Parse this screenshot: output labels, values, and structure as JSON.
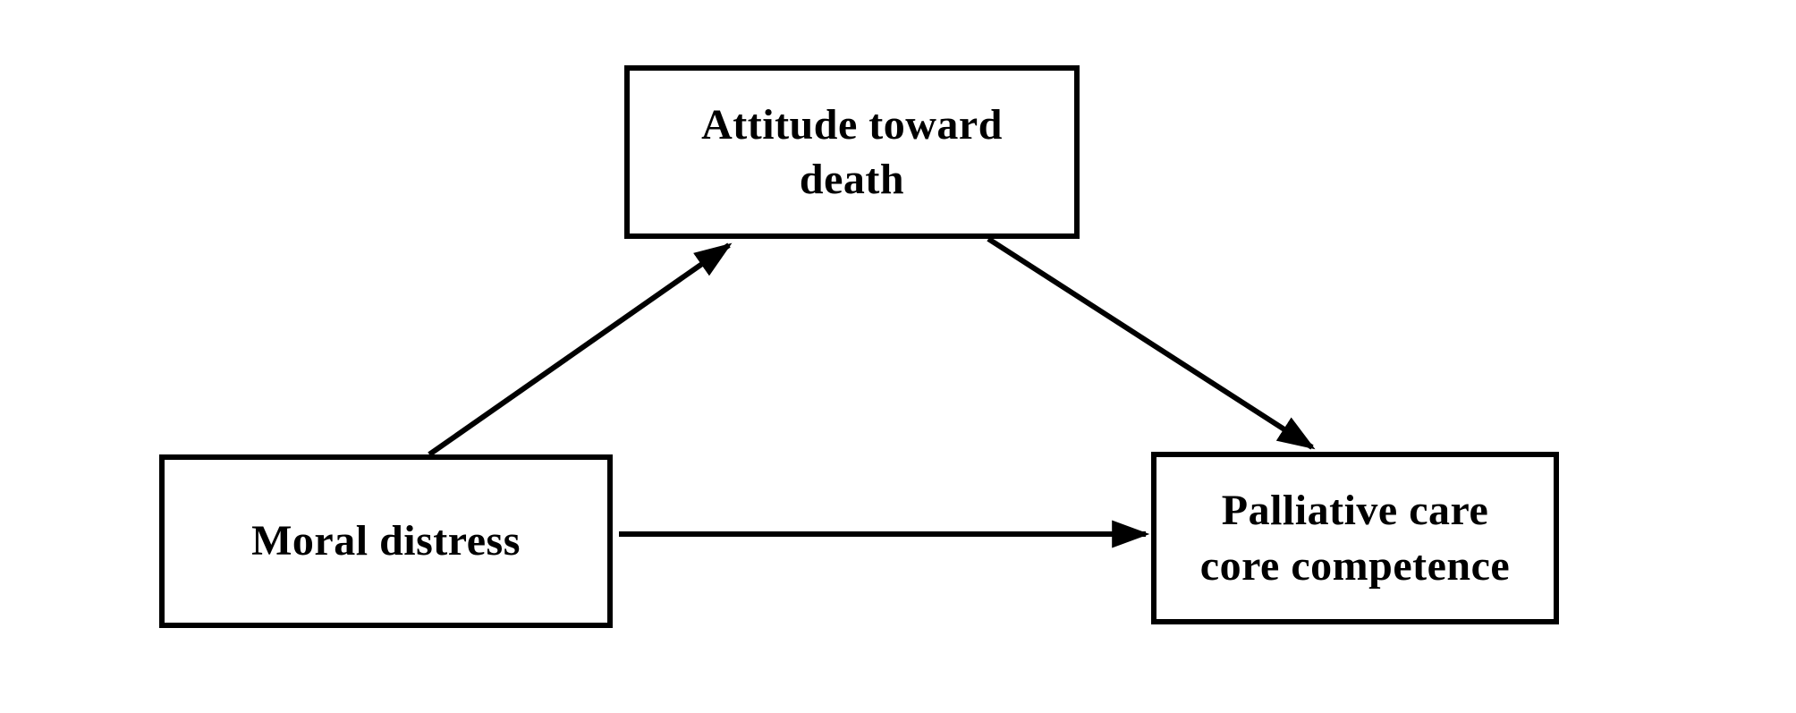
{
  "diagram": {
    "type": "mediation-model",
    "colors": {
      "ink": "#000000",
      "background": "#ffffff"
    },
    "nodes": [
      {
        "id": "attitude-toward-death",
        "role": "mediator",
        "label": "Attitude toward\ndeath"
      },
      {
        "id": "moral-distress",
        "role": "predictor",
        "label": "Moral distress"
      },
      {
        "id": "palliative-care-core-competence",
        "role": "outcome",
        "label": "Palliative care\ncore competence"
      }
    ],
    "edges": [
      {
        "from": "moral-distress",
        "to": "attitude-toward-death",
        "style": "arrow"
      },
      {
        "from": "attitude-toward-death",
        "to": "palliative-care-core-competence",
        "style": "arrow"
      },
      {
        "from": "moral-distress",
        "to": "palliative-care-core-competence",
        "style": "arrow"
      }
    ]
  }
}
